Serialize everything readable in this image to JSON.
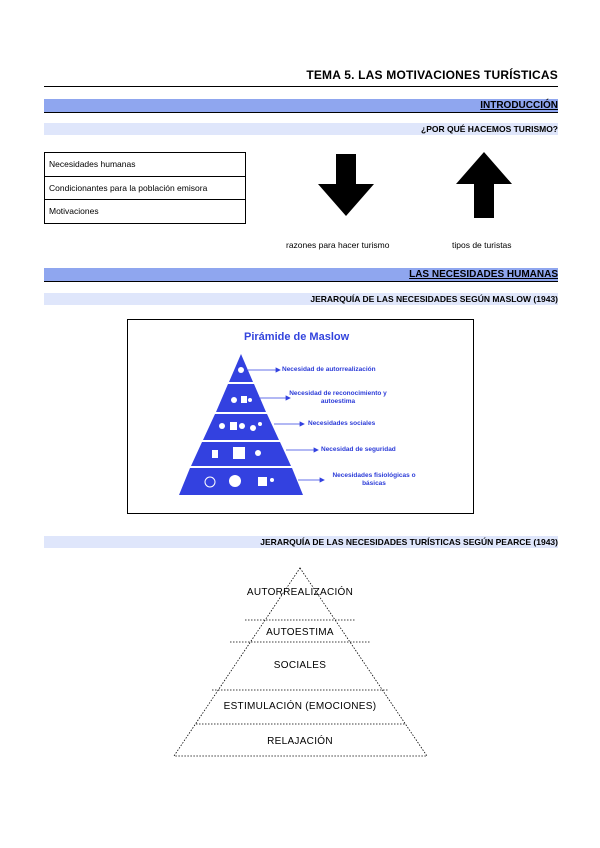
{
  "header": {
    "title": "TEMA 5. LAS MOTIVACIONES TURÍSTICAS"
  },
  "section1": {
    "heading": "INTRODUCCIÓN",
    "subheading": "¿POR QUÉ HACEMOS TURISMO?",
    "table_rows": [
      "Necesidades humanas",
      "Condicionantes para la población emisora",
      "Motivaciones"
    ],
    "arrow_down_caption": "razones para hacer turismo",
    "arrow_up_caption": "tipos de turistas"
  },
  "section2": {
    "heading": "LAS NECESIDADES HUMANAS",
    "maslow_heading": "JERARQUÍA DE LAS NECESIDADES SEGÚN MASLOW (1943)",
    "maslow_figure": {
      "title": "Pirámide de Maslow",
      "levels": [
        "Necesidad de autorrealización",
        "Necesidad de reconocimiento y autoestima",
        "Necesidades sociales",
        "Necesidad de seguridad",
        "Necesidades fisiológicas o básicas"
      ],
      "color": "#3341e0"
    },
    "pearce_heading": "JERARQUÍA DE LAS NECESIDADES TURÍSTICAS SEGÚN PEARCE (1943)",
    "pearce_levels": [
      "AUTORREALIZACIÓN",
      "AUTOESTIMA",
      "SOCIALES",
      "ESTIMULACIÓN (EMOCIONES)",
      "RELAJACIÓN"
    ]
  },
  "colors": {
    "band_blue": "#8fa6ef",
    "band_light": "#dfe6fb",
    "accent": "#3341e0"
  }
}
